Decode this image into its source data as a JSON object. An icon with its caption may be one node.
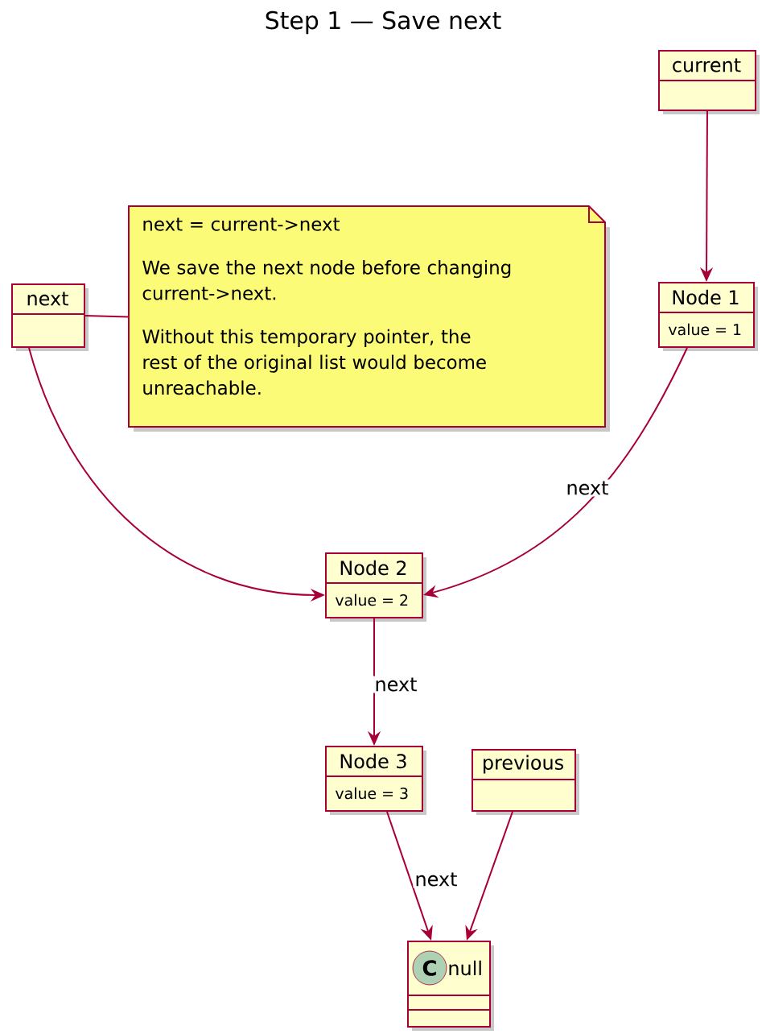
{
  "diagram": {
    "title": "Step 1 — Save next",
    "nodes": [
      {
        "text": [
          "current"
        ]
      },
      {
        "text": [
          "Node 1",
          "value = 1"
        ]
      },
      {
        "text": [
          "next"
        ]
      },
      {
        "text": [
          "next = current->next",
          "We save the next node before changing current->next.",
          "Without this temporary pointer, the rest of the original list would become unreachable."
        ]
      },
      {
        "text": [
          "Node 2",
          "value = 2"
        ]
      },
      {
        "text": [
          "Node 3",
          "value = 3"
        ]
      },
      {
        "text": [
          "previous"
        ]
      },
      {
        "text": [
          "null"
        ]
      }
    ],
    "edges": [
      {
        "from": 0,
        "to": 1,
        "arrow": "to"
      },
      {
        "from": 3,
        "to": 2,
        "arrow": "none"
      },
      {
        "from": 2,
        "to": 4,
        "arrow": "to"
      },
      {
        "from": 1,
        "to": 4,
        "arrow": "to",
        "label": "next"
      },
      {
        "from": 4,
        "to": 5,
        "arrow": "to",
        "label": "next"
      },
      {
        "from": 5,
        "to": 7,
        "arrow": "to",
        "label": "next"
      },
      {
        "from": 6,
        "to": 7,
        "arrow": "to"
      }
    ],
    "labels": [
      "C"
    ]
  }
}
